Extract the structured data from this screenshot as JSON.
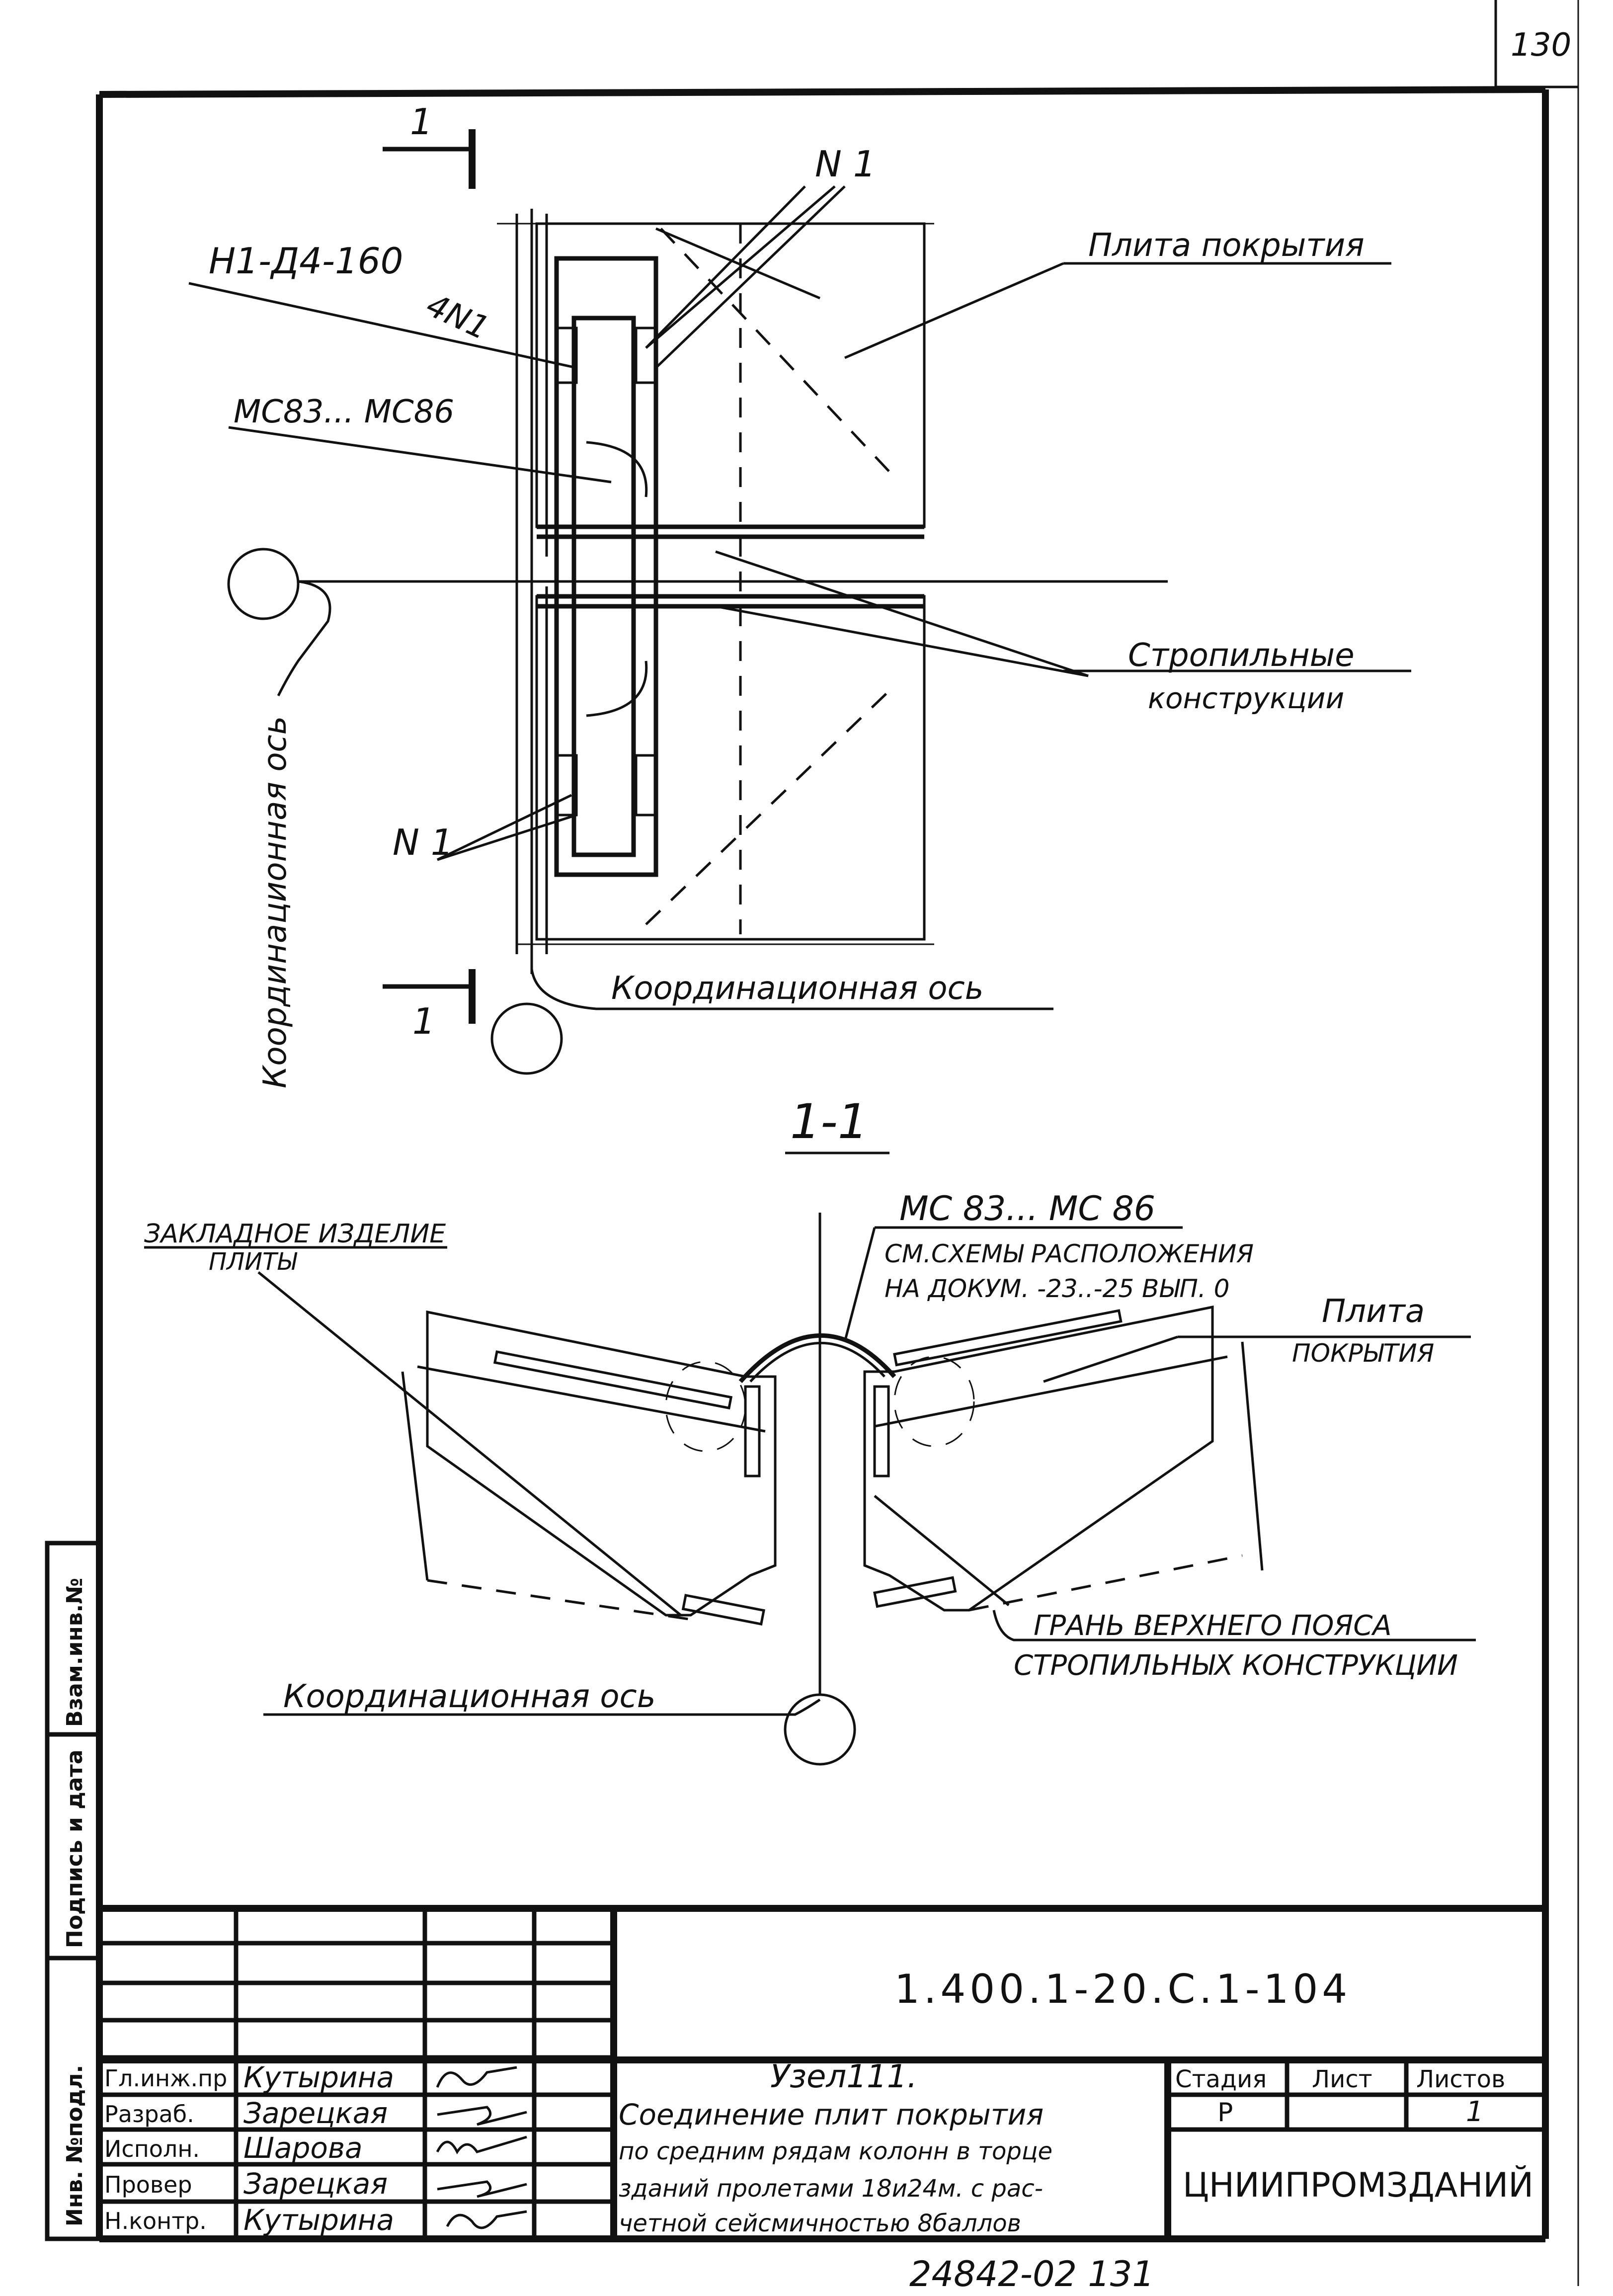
{
  "sheet_number": "130",
  "bottom_code": "24842-02 131",
  "plan_view": {
    "section_mark": "1",
    "section_mark_bottom": "1",
    "label_h1": "Н1-Д4-160",
    "label_4n1": "4N1",
    "label_n1_top": "N 1",
    "label_mc": "МС83... МС86",
    "label_plate": "Плита покрытия",
    "label_rafters_1": "Стропильные",
    "label_rafters_2": "конструкции",
    "label_n1_bottom": "N 1",
    "label_axis_vertical": "Координационная ось",
    "label_axis_horizontal": "Координационная ось"
  },
  "section_view": {
    "title": "1-1",
    "label_embedded_1": "ЗАКЛАДНОЕ ИЗДЕЛИЕ",
    "label_embedded_2": "ПЛИТЫ",
    "label_mc": "МС 83... МС 86",
    "label_see_1": "СМ.СХЕМЫ РАСПОЛОЖЕНИЯ",
    "label_see_2": "НА ДОКУМ. -23..-25 ВЫП. 0",
    "label_plate_1": "Плита",
    "label_plate_2": "ПОКРЫТИЯ",
    "label_edge_1": "ГРАНЬ ВЕРХНЕГО ПОЯСА",
    "label_edge_2": "СТРОПИЛЬНЫХ КОНСТРУКЦИИ",
    "label_axis": "Координационная ось"
  },
  "side_stamp": {
    "inv_original": "Инв. №подл.",
    "sign_date": "Подпись и дата",
    "replace_inv": "Взам.инв.№"
  },
  "title_block": {
    "document_code": "1.400.1-20.С.1-104",
    "roles": [
      "Гл.инж.пр",
      "Разраб.",
      "Исполн.",
      "Провер",
      "Н.контр."
    ],
    "names": [
      "Кутырина",
      "Зарецкая",
      "Шарова",
      "Зарецкая",
      "Кутырина"
    ],
    "title_line_1": "Узел111.",
    "title_line_2": "Соединение плит покрытия",
    "title_line_3": "по средним рядам колонн в торце",
    "title_line_4": "зданий пролетами 18и24м. с рас-",
    "title_line_5": "четной сейсмичностью 8баллов",
    "stage_header": "Стадия",
    "sheet_header": "Лист",
    "sheets_header": "Листов",
    "stage_value": "Р",
    "sheet_value": "",
    "sheets_value": "1",
    "organization": "ЦНИИПРОМЗДАНИЙ"
  }
}
